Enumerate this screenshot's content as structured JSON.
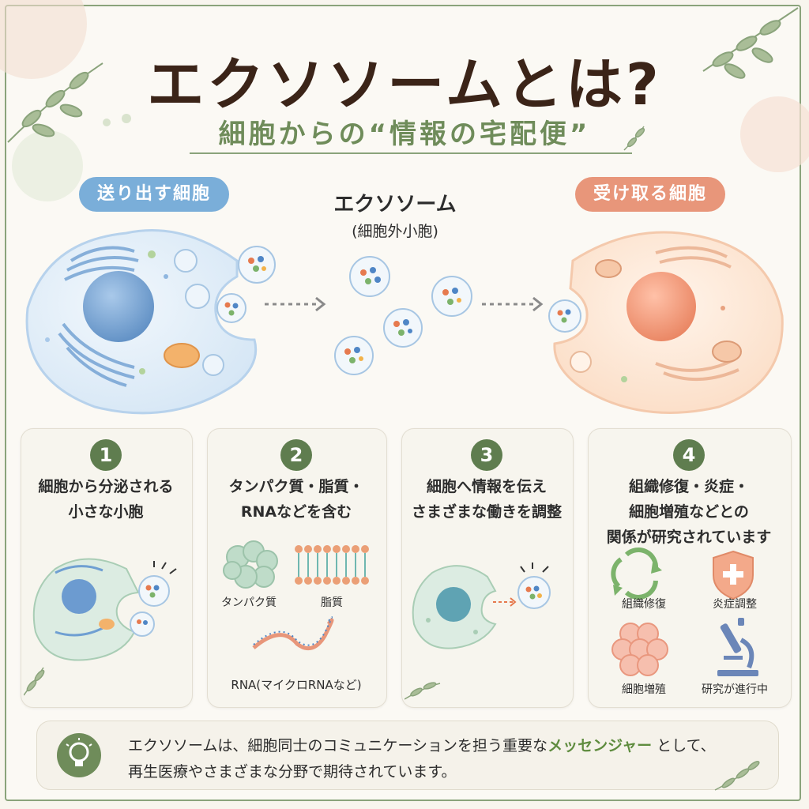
{
  "header": {
    "title": "エクソソームとは?",
    "subtitle": "細胞からの“情報の宅配便”"
  },
  "diagram": {
    "sender_label": "送り出す細胞",
    "receiver_label": "受け取る細胞",
    "exosome_title": "エクソソーム",
    "exosome_subtitle": "(細胞外小胞)"
  },
  "cards": [
    {
      "number": "1",
      "line1": "細胞から分泌される",
      "line2": "小さな小胞",
      "line3": ""
    },
    {
      "number": "2",
      "line1": "タンパク質・脂質・",
      "line2": "RNAなどを含む",
      "line3": "",
      "labels": {
        "protein": "タンパク質",
        "lipid": "脂質",
        "rna": "RNA(マイクロRNAなど)"
      }
    },
    {
      "number": "3",
      "line1": "細胞へ情報を伝え",
      "line2": "さまざまな働きを調整",
      "line3": ""
    },
    {
      "number": "4",
      "line1": "組織修復・炎症・",
      "line2": "細胞増殖などとの",
      "line3": "関係が研究されています",
      "labels": {
        "repair": "組織修復",
        "inflammation": "炎症調整",
        "proliferation": "細胞増殖",
        "research": "研究が進行中"
      }
    }
  ],
  "footer": {
    "text_before": "エクソソームは、細胞同士のコミュニケーションを担う重要な",
    "highlight": "メッセンジャー",
    "text_after": "として、",
    "line2": "再生医療やさまざまな分野で期待されています。"
  },
  "colors": {
    "accent_green": "#6f8c5a",
    "sender_blue": "#6a9fd0",
    "receiver_orange": "#e8967a",
    "title_brown": "#3b2418"
  }
}
